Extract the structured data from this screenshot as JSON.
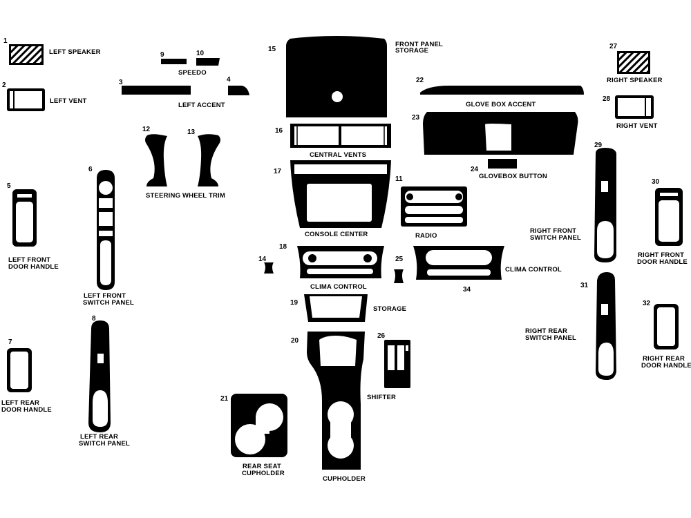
{
  "colors": {
    "piece": "#000000",
    "background": "#ffffff"
  },
  "parts": {
    "p1": {
      "num": "1",
      "label": [
        "LEFT SPEAKER"
      ]
    },
    "p2": {
      "num": "2",
      "label": [
        "LEFT VENT"
      ]
    },
    "p3": {
      "num": "3"
    },
    "p4": {
      "num": "4",
      "label": [
        "LEFT ACCENT"
      ]
    },
    "p5": {
      "num": "5",
      "label": [
        "LEFT FRONT",
        "DOOR HANDLE"
      ]
    },
    "p6": {
      "num": "6",
      "label": [
        "LEFT FRONT",
        "SWITCH PANEL"
      ]
    },
    "p7": {
      "num": "7",
      "label": [
        "LEFT REAR",
        "DOOR HANDLE"
      ]
    },
    "p8": {
      "num": "8",
      "label": [
        "LEFT REAR",
        "SWITCH PANEL"
      ]
    },
    "p9": {
      "num": "9"
    },
    "p10": {
      "num": "10",
      "label": [
        "SPEEDO"
      ]
    },
    "p11": {
      "num": "11",
      "label": [
        "RADIO"
      ]
    },
    "p12": {
      "num": "12"
    },
    "p13": {
      "num": "13",
      "label": [
        "STEERING WHEEL TRIM"
      ]
    },
    "p14": {
      "num": "14"
    },
    "p15": {
      "num": "15",
      "label": [
        "FRONT PANEL",
        "STORAGE"
      ]
    },
    "p16": {
      "num": "16",
      "label": [
        "CENTRAL VENTS"
      ]
    },
    "p17": {
      "num": "17",
      "label": [
        "CONSOLE CENTER"
      ]
    },
    "p18": {
      "num": "18",
      "label": [
        "CLIMA CONTROL"
      ]
    },
    "p19": {
      "num": "19",
      "label": [
        "STORAGE"
      ]
    },
    "p20": {
      "num": "20",
      "label": [
        "CUPHOLDER"
      ]
    },
    "p21": {
      "num": "21",
      "label": [
        "REAR SEAT",
        "CUPHOLDER"
      ]
    },
    "p22": {
      "num": "22",
      "label": [
        "GLOVE BOX ACCENT"
      ]
    },
    "p23": {
      "num": "23"
    },
    "p24": {
      "num": "24",
      "label": [
        "GLOVEBOX BUTTON"
      ]
    },
    "p25": {
      "num": "25"
    },
    "p26": {
      "num": "26",
      "label": [
        "SHIFTER"
      ]
    },
    "p27": {
      "num": "27",
      "label": [
        "RIGHT SPEAKER"
      ]
    },
    "p28": {
      "num": "28",
      "label": [
        "RIGHT VENT"
      ]
    },
    "p29": {
      "num": "29",
      "label": [
        "RIGHT FRONT",
        "SWITCH PANEL"
      ]
    },
    "p30": {
      "num": "30",
      "label": [
        "RIGHT FRONT",
        "DOOR HANDLE"
      ]
    },
    "p31": {
      "num": "31",
      "label": [
        "RIGHT REAR",
        "SWITCH PANEL"
      ]
    },
    "p32": {
      "num": "32",
      "label": [
        "RIGHT REAR",
        "DOOR HANDLE"
      ]
    },
    "p34": {
      "num": "34",
      "label": [
        "CLIMA CONTROL"
      ]
    }
  }
}
